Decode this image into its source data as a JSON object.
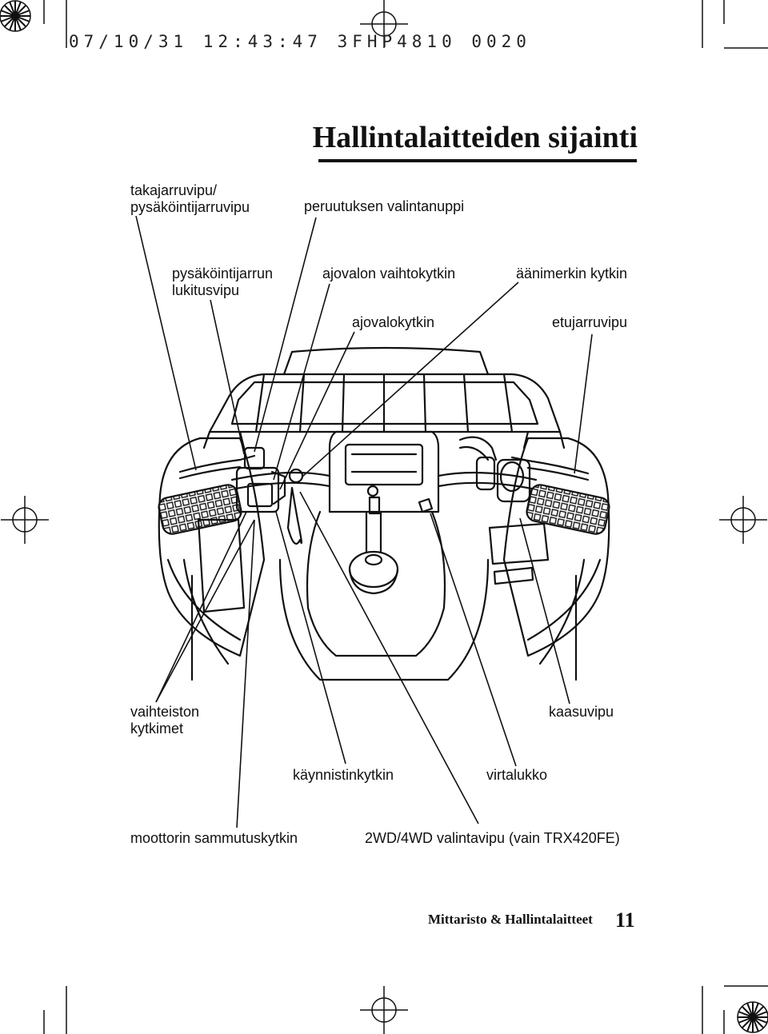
{
  "print_stamp": "07/10/31 12:43:47 3FHP4810 0020",
  "page_title": "Hallintalaitteiden sijainti",
  "labels": {
    "rear_brake": "takajarruvipu/\npysäköintijarruvipu",
    "reverse_knob": "peruutuksen valintanuppi",
    "parking_lock": "pysäköintijarrun\nlukitusvipu",
    "dimmer_switch": "ajovalon vaihtokytkin",
    "horn_button": "äänimerkin kytkin",
    "headlight_switch": "ajovalokytkin",
    "front_brake": "etujarruvipu",
    "shift_switches": "vaihteiston\nkytkimet",
    "throttle": "kaasuvipu",
    "start_button": "käynnistinkytkin",
    "ignition": "virtalukko",
    "engine_stop": "moottorin sammutuskytkin",
    "drive_select": "2WD/4WD valintavipu (vain TRX420FE)"
  },
  "footer": {
    "section": "Mittaristo & Hallintalaitteet",
    "page_number": "11"
  }
}
